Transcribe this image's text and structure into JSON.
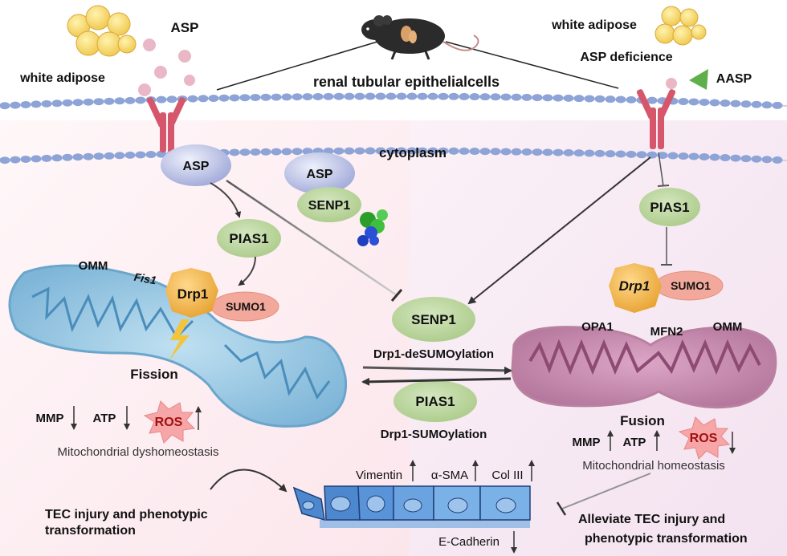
{
  "colors": {
    "bg_left": "#fcedf1",
    "bg_right": "#f6e8f3",
    "membrane_bead": "#8ea4d6",
    "receptor": "#d6566c",
    "green_node": "#b7d39a",
    "sumo": "#f2a99c",
    "drp1": "#f0b64e",
    "mito_left": "#a8d2e9",
    "mito_right": "#c78bb0",
    "ros_burst": "#f6a6a6"
  },
  "labels": {
    "asp_top": "ASP",
    "white_adipose_left": "white adipose",
    "white_adipose_right": "white adipose",
    "asp_deficiency": "ASP deficience",
    "aasp": "AASP",
    "renal_cells": "renal tubular epithelialcells",
    "cytoplasm": "cytoplasm",
    "asp_node_left": "ASP",
    "pias1_left": "PIAS1",
    "asp_complex": "ASP",
    "senp1_complex": "SENP1",
    "pias1_right": "PIAS1",
    "omm_left": "OMM",
    "fis1": "Fis1",
    "drp1_left": "Drp1",
    "sumo1_left": "SUMO1",
    "fission": "Fission",
    "mmp_left": "MMP",
    "atp_left": "ATP",
    "ros_left": "ROS",
    "mito_dys": "Mitochondrial dyshomeostasis",
    "tec_injury_1": "TEC injury and phenotypic",
    "tec_injury_2": "transformation",
    "senp1_center": "SENP1",
    "desumo": "Drp1-deSUMOylation",
    "pias1_center": "PIAS1",
    "sumo_label": "Drp1-SUMOylation",
    "vimentin": "Vimentin",
    "asma": "α-SMA",
    "col3": "Col III",
    "ecadherin": "E-Cadherin",
    "drp1_right": "Drp1",
    "sumo1_right": "SUMO1",
    "opa1": "OPA1",
    "mfn2": "MFN2",
    "omm_right": "OMM",
    "fusion": "Fusion",
    "mmp_right": "MMP",
    "atp_right": "ATP",
    "ros_right": "ROS",
    "mito_homeo": "Mitochondrial homeostasis",
    "alleviate_1": "Alleviate TEC injury and",
    "alleviate_2": "phenotypic transformation"
  }
}
